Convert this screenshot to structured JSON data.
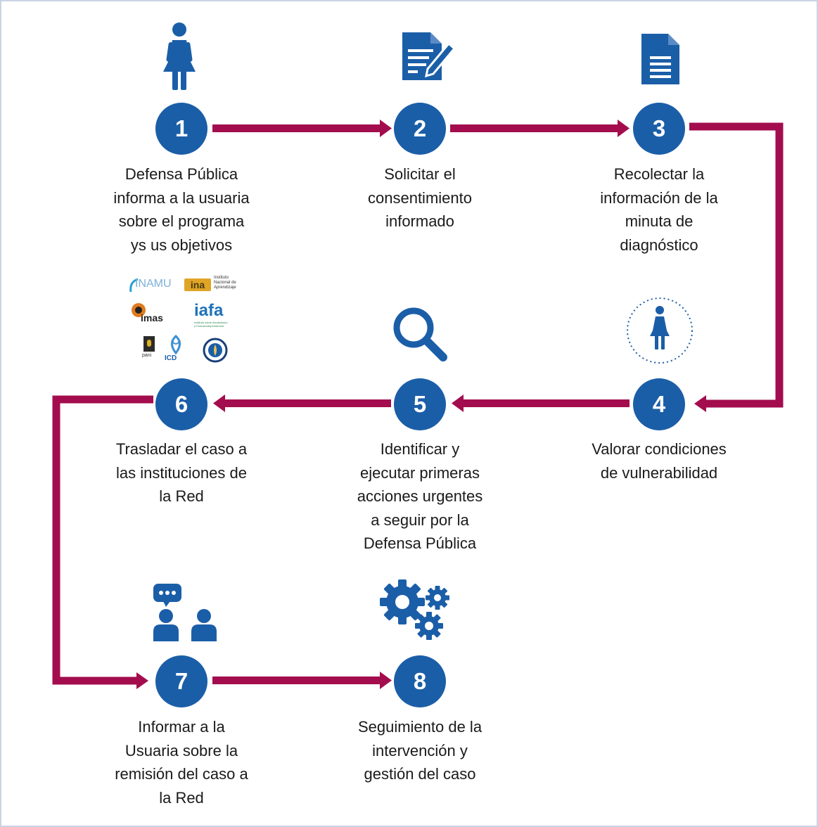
{
  "colors": {
    "accent": "#1b5ea8",
    "arrow": "#a30d4e",
    "border": "#c9d3e3"
  },
  "steps": [
    {
      "number": "1",
      "label": "Defensa Pública\ninforma a la usuaria\nsobre el programa\nys us objetivos",
      "icon": "woman-icon"
    },
    {
      "number": "2",
      "label": "Solicitar el\nconsentimiento\ninformado",
      "icon": "document-pen-icon"
    },
    {
      "number": "3",
      "label": "Recolectar la\ninformación de la\nminuta de\ndiagnóstico",
      "icon": "document-icon"
    },
    {
      "number": "4",
      "label": "Valorar condiciones\nde vulnerabilidad",
      "icon": "woman-dotted-circle-icon"
    },
    {
      "number": "5",
      "label": "Identificar y\nejecutar primeras\nacciones urgentes\na seguir por la\nDefensa Pública",
      "icon": "magnifier-icon"
    },
    {
      "number": "6",
      "label": "Trasladar el caso a\nlas instituciones de\nla Red",
      "icon": "institution-logos"
    },
    {
      "number": "7",
      "label": "Informar a la\nUsuaria sobre la\nremisión del caso a\nla Red",
      "icon": "people-chat-icon"
    },
    {
      "number": "8",
      "label": "Seguimiento de la\nintervención y\ngestión del caso",
      "icon": "gears-icon"
    }
  ],
  "logos": {
    "inamu": "INAMU",
    "ina_mark": "ina",
    "ina_name": "Instituto\nNacional de\nAprendizaje",
    "imas": "imas",
    "iafa": "iafa",
    "iafa_sub": "Instituto sobre Alcoholismo\ny Farmacodependencia",
    "pani": "pani",
    "icd": "ICD"
  }
}
